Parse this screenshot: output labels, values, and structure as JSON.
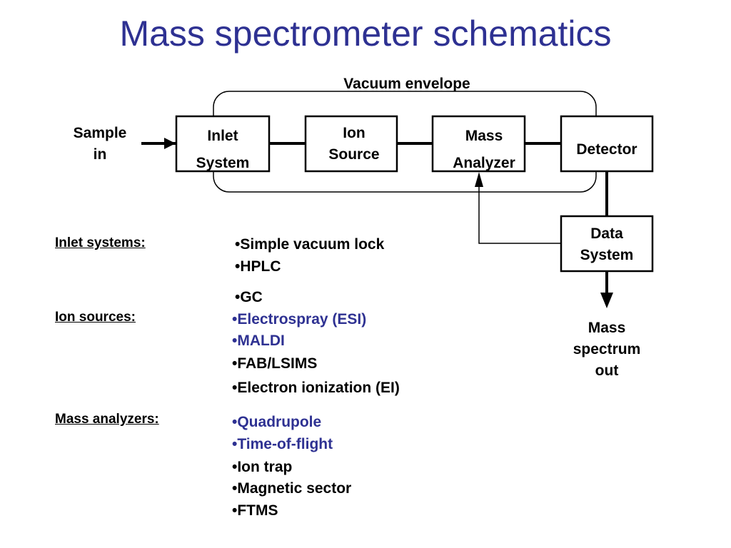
{
  "title": "Mass spectrometer schematics",
  "colors": {
    "title": "#2e3192",
    "highlight": "#2e3192",
    "text": "#000000"
  },
  "diagram": {
    "vacuum_label": "Vacuum envelope",
    "sample_in": [
      "Sample",
      "in"
    ],
    "inlet": [
      "Inlet",
      "System"
    ],
    "ion_source": [
      "Ion",
      "Source"
    ],
    "mass_analyzer": [
      "Mass",
      "Analyzer"
    ],
    "detector": "Detector",
    "data_system": [
      "Data",
      "System"
    ],
    "mass_spectrum_out": [
      "Mass",
      "spectrum",
      "out"
    ]
  },
  "sections": {
    "inlet_heading": "Inlet systems:",
    "ion_heading": "Ion sources:",
    "analyzer_heading": "Mass analyzers:"
  },
  "lists": {
    "inlet": [
      {
        "text": "•Simple vacuum lock",
        "color": "#000000"
      },
      {
        "text": "•HPLC",
        "color": "#000000"
      },
      {
        "text": "•GC",
        "color": "#000000"
      }
    ],
    "ion": [
      {
        "text": "•Electrospray (ESI)",
        "color": "#2e3192"
      },
      {
        "text": "•MALDI",
        "color": "#2e3192"
      },
      {
        "text": "•FAB/LSIMS",
        "color": "#000000"
      },
      {
        "text": "•Electron ionization (EI)",
        "color": "#000000"
      }
    ],
    "analyzer": [
      {
        "text": "•Quadrupole",
        "color": "#2e3192"
      },
      {
        "text": "•Time-of-flight",
        "color": "#2e3192"
      },
      {
        "text": "•Ion trap",
        "color": "#000000"
      },
      {
        "text": "•Magnetic sector",
        "color": "#000000"
      },
      {
        "text": "•FTMS",
        "color": "#000000"
      }
    ]
  }
}
